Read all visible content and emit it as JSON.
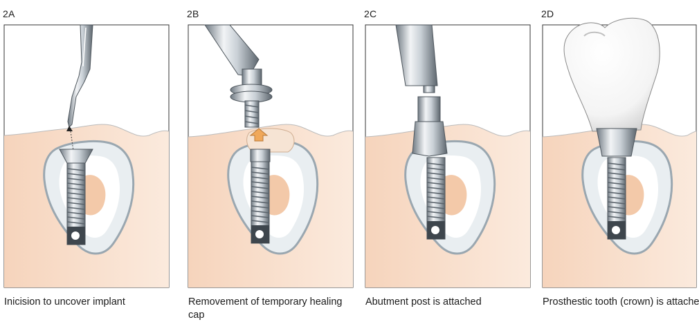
{
  "panels": [
    {
      "label": "2A",
      "caption": "Inicision to uncover implant"
    },
    {
      "label": "2B",
      "caption": "Removement of temporary healing cap"
    },
    {
      "label": "2C",
      "caption": "Abutment post is attached"
    },
    {
      "label": "2D",
      "caption": "Prosthestic tooth (crown) is attached"
    }
  ],
  "colors": {
    "gum": "#f7dcc6",
    "bone_outline": "#b8c4cc",
    "root_pulp": "#f3c9a9",
    "metal_light": "#e8ecef",
    "metal_dark": "#7d8790",
    "crown": "#fbfbfb",
    "healing_cap": "#f0c28a"
  },
  "icons": [
    "scalpel-icon",
    "driver-icon",
    "healing-cap-icon",
    "abutment-post-icon",
    "crown-icon",
    "implant-screw-icon"
  ]
}
